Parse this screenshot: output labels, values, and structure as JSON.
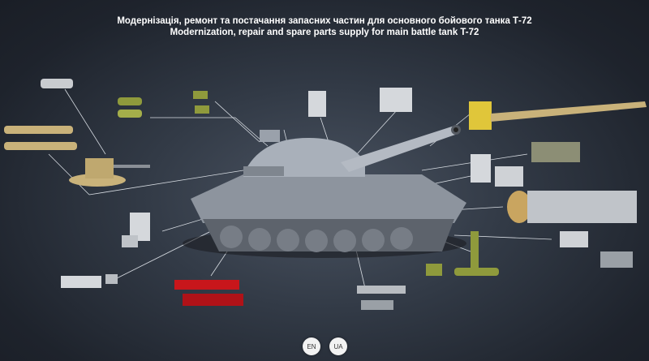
{
  "header": {
    "title_ua": "Модернізація, ремонт та постачання запасних частин для основного бойового танка Т-72",
    "title_en": "Modernization, repair and spare parts supply for main battle tank T-72"
  },
  "language_switch": {
    "en": "EN",
    "ua": "UA"
  },
  "colors": {
    "background": "#1e232c",
    "tank": "#a9b0ba",
    "part_tan": "#c9b27a",
    "part_green": "#8f9a3c",
    "part_red": "#c8161b",
    "leader_line": "#d8dde3"
  }
}
